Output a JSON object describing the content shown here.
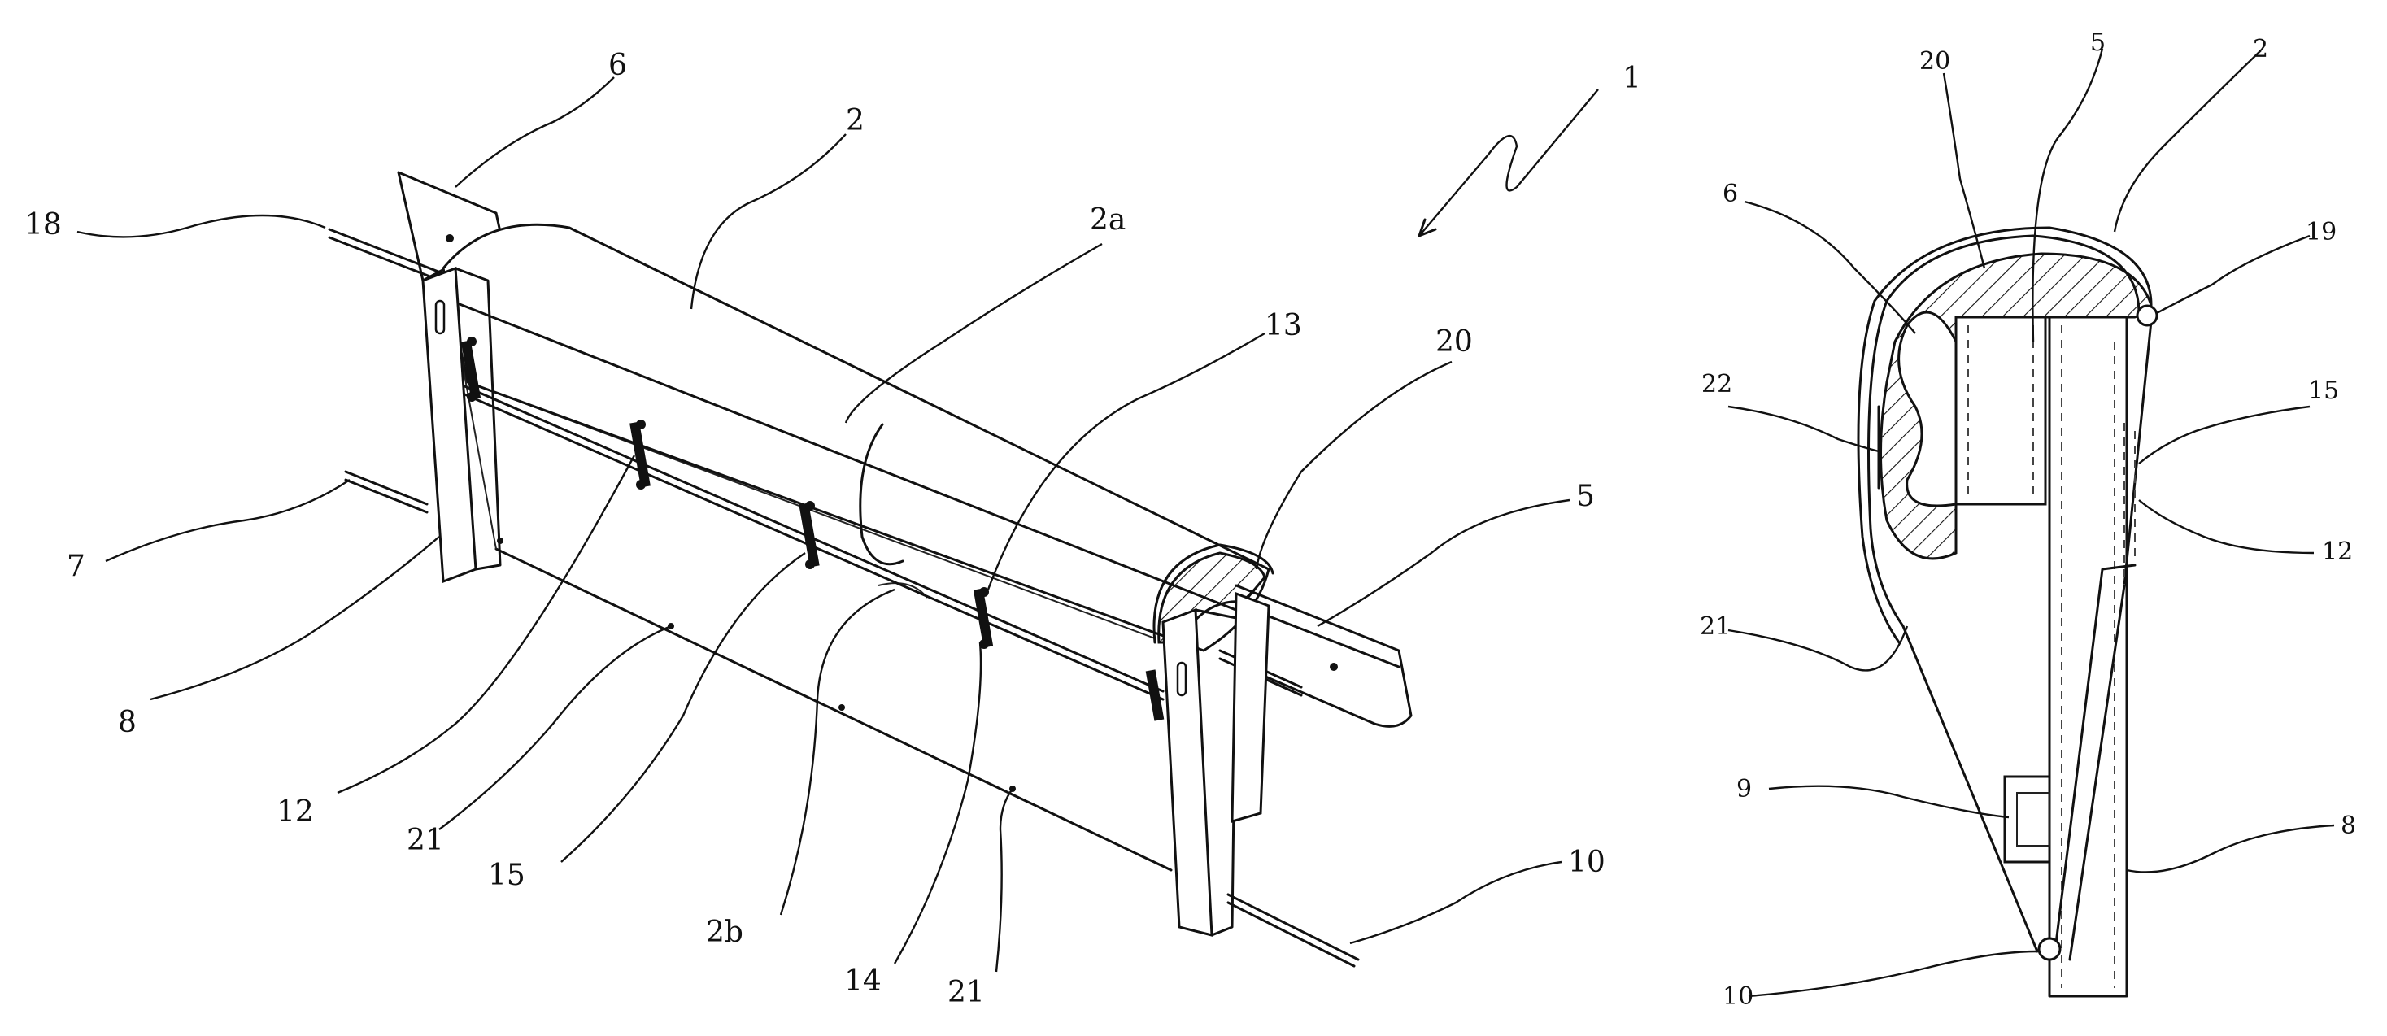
{
  "figure1": {
    "ref_1": "1",
    "ref_2": "2",
    "ref_2a": "2a",
    "ref_2b": "2b",
    "ref_5": "5",
    "ref_6": "6",
    "ref_7": "7",
    "ref_8": "8",
    "ref_10": "10",
    "ref_12": "12",
    "ref_13": "13",
    "ref_14": "14",
    "ref_15": "15",
    "ref_18": "18",
    "ref_20": "20",
    "ref_21a": "21",
    "ref_21b": "21"
  },
  "figure2": {
    "ref_20": "20",
    "ref_5": "5",
    "ref_2": "2",
    "ref_6": "6",
    "ref_19": "19",
    "ref_22": "22",
    "ref_15": "15",
    "ref_12": "12",
    "ref_21": "21",
    "ref_9": "9",
    "ref_8": "8",
    "ref_10": "10"
  }
}
